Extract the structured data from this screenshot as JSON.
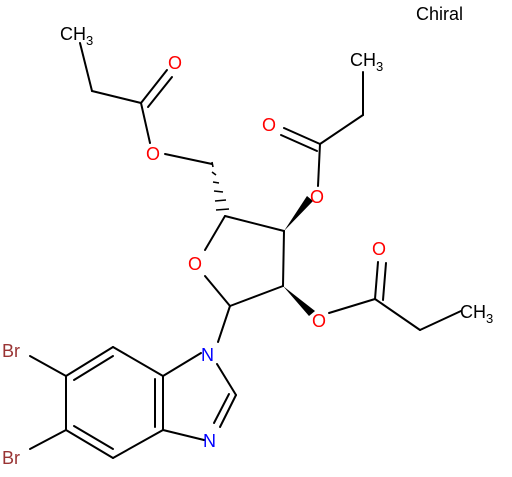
{
  "annotation": "Chiral",
  "atoms": {
    "methyl_top": {
      "main": "CH",
      "sub": "3"
    },
    "o_carbonyl_top": "O",
    "o_ester_top": "O",
    "methyl_right": {
      "main": "CH",
      "sub": "3"
    },
    "o_carbonyl_mid": "O",
    "o_ester_mid": "O",
    "o_ring": "O",
    "o_carbonyl_low": "O",
    "o_ester_low": "O",
    "methyl_low": {
      "main": "CH",
      "sub": "3"
    },
    "n_ring_1": "N",
    "n_ring_3": "N",
    "br_top": "Br",
    "br_bottom": "Br"
  },
  "colors": {
    "oxygen": "#ff0000",
    "nitrogen": "#0000ff",
    "bromine": "#993333",
    "carbon": "#000000"
  }
}
